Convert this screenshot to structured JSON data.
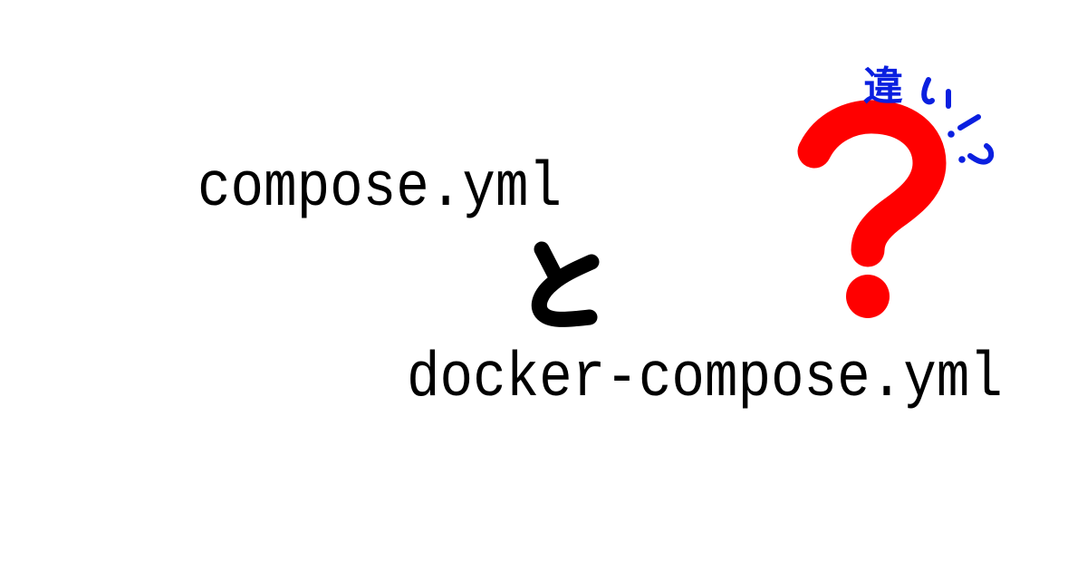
{
  "title": {
    "line1": "compose.yml",
    "connector": "と",
    "line2": "docker-compose.yml"
  },
  "badge": {
    "text": "違い!?",
    "icon": "question-mark-icon"
  },
  "colors": {
    "background": "#ffffff",
    "text": "#000000",
    "question_mark": "#ff0000",
    "badge_text": "#0a1fe0"
  }
}
